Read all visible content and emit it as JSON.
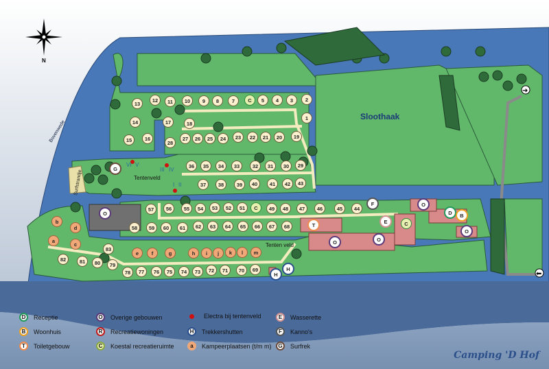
{
  "map": {
    "north": "N",
    "water_labels": {
      "bovenwede": "Bovenwede",
      "sloothaak": "Sloothaak"
    },
    "area_labels": {
      "surfstrandje": "Surfstrandje",
      "tentenveld": "Tentenveld",
      "tenten_veld": "Tenten veld"
    },
    "electra_points": [
      "I",
      "II",
      "III",
      "IV",
      "V",
      "VI"
    ],
    "markers": [
      "13",
      "12",
      "11",
      "10",
      "9",
      "8",
      "7",
      "C",
      "5",
      "4",
      "3",
      "2",
      "1",
      "14",
      "15",
      "16",
      "17",
      "18",
      "28",
      "27",
      "26",
      "25",
      "24",
      "23",
      "22",
      "21",
      "20",
      "19",
      "36",
      "35",
      "34",
      "33",
      "32",
      "31",
      "30",
      "29",
      "37",
      "38",
      "39",
      "40",
      "41",
      "42",
      "43",
      "57",
      "56",
      "55",
      "54",
      "53",
      "52",
      "51",
      "C",
      "49",
      "48",
      "47",
      "46",
      "45",
      "44",
      "F",
      "58",
      "59",
      "60",
      "61",
      "62",
      "63",
      "64",
      "65",
      "66",
      "67",
      "68",
      "a",
      "b",
      "c",
      "d",
      "83",
      "e",
      "f",
      "g",
      "h",
      "i",
      "j",
      "k",
      "l",
      "m",
      "82",
      "81",
      "80",
      "79",
      "78",
      "77",
      "76",
      "75",
      "74",
      "73",
      "72",
      "71",
      "70",
      "69",
      "H",
      "H",
      "G",
      "T",
      "O",
      "O",
      "O",
      "O",
      "O",
      "E",
      "C",
      "D",
      "B"
    ]
  },
  "legend": [
    {
      "symbol": "D",
      "label": "Receptie",
      "color": "#1f9a5a"
    },
    {
      "symbol": "B",
      "label": "Woonhuis",
      "color": "#f0a020"
    },
    {
      "symbol": "T",
      "label": "Toiletgebouw",
      "color": "#f08a4a"
    },
    {
      "symbol": "O",
      "label": "Overige gebouwen",
      "color": "#5a3a7a"
    },
    {
      "symbol": "R",
      "label": "Recreatiewoningen",
      "color": "#c01818"
    },
    {
      "symbol": "C",
      "label": "Koestal recreatieruimte",
      "color": "#8aa840"
    },
    {
      "symbol": "",
      "label": "Electra bij tentenveld",
      "color": "#d01010"
    },
    {
      "symbol": "H",
      "label": "Trekkershutten",
      "color": "#2a4f8a"
    },
    {
      "symbol": "a",
      "label": "Kampeerplaatsen (t/m m)",
      "color": "#f0a878"
    },
    {
      "symbol": "E",
      "label": "Wasserette",
      "color": "#d09090"
    },
    {
      "symbol": "F",
      "label": "Kanno's",
      "color": "#555555"
    },
    {
      "symbol": "G",
      "label": "Surfrek",
      "color": "#6a4a3a"
    }
  ],
  "brand": "Camping 'D Hof"
}
